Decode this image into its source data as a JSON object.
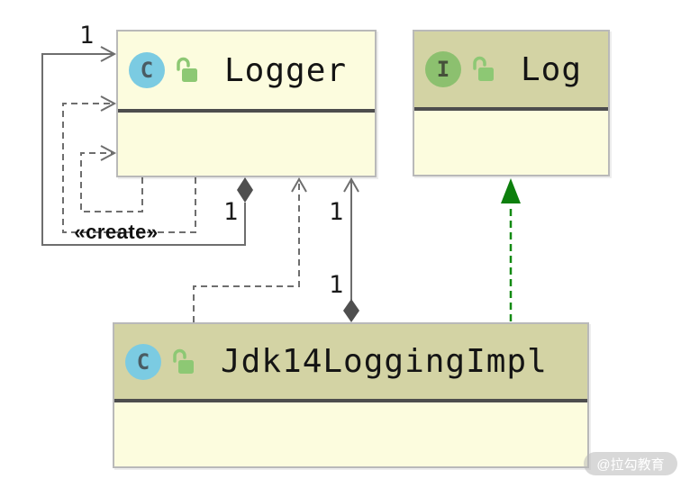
{
  "diagram": {
    "classes": [
      {
        "id": "logger",
        "name": "Logger",
        "kind": "class",
        "icon_letter": "C",
        "visibility_icon": "open-lock"
      },
      {
        "id": "log",
        "name": "Log",
        "kind": "interface",
        "icon_letter": "I",
        "visibility_icon": "open-lock"
      },
      {
        "id": "jdk14",
        "name": "Jdk14LoggingImpl",
        "kind": "class",
        "icon_letter": "C",
        "visibility_icon": "open-lock"
      }
    ],
    "edges": [
      {
        "id": "self-association",
        "from": "Logger",
        "to": "Logger",
        "type": "composition",
        "source_label": "1",
        "target_label": "1"
      },
      {
        "id": "create-dependency",
        "from": "Logger",
        "to": "Logger",
        "type": "dependency",
        "stereotype": "«create»"
      },
      {
        "id": "self-dependency",
        "from": "Logger",
        "to": "Logger",
        "type": "dependency"
      },
      {
        "id": "dependency-jdk14-logger",
        "from": "Jdk14LoggingImpl",
        "to": "Logger",
        "type": "dependency"
      },
      {
        "id": "association-logger-jdk14",
        "from": "Jdk14LoggingImpl",
        "to": "Logger",
        "type": "composition",
        "source_label": "1",
        "target_label": "1"
      },
      {
        "id": "realization-jdk14-log",
        "from": "Jdk14LoggingImpl",
        "to": "Log",
        "type": "realization"
      }
    ],
    "colors": {
      "class_icon_blue": "#7bcbe2",
      "interface_icon_green": "#8cc06f",
      "lock_green": "#8dc874",
      "header_khaki": "#d3d3a4",
      "body_cream": "#fcfcde",
      "divider_gray": "#4d4d4d",
      "line_gray": "#6e6e6e",
      "realization_green": "#0d7f0d"
    }
  },
  "watermark": {
    "text": "@拉勾教育"
  }
}
